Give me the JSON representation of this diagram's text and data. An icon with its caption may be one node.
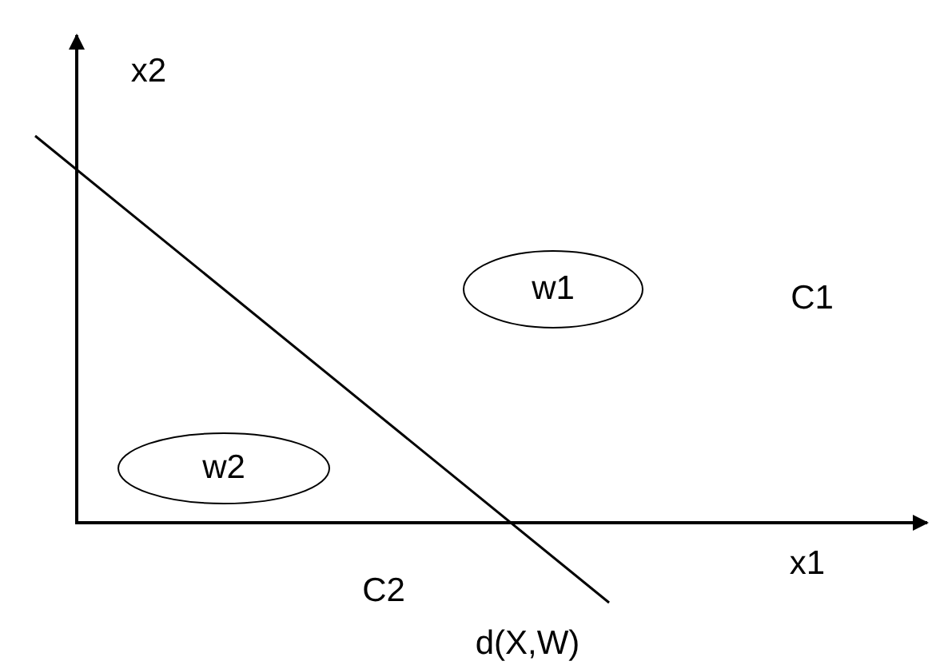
{
  "diagram": {
    "nodes": [
      {
        "text": [
          "w1"
        ]
      },
      {
        "text": [
          "w2"
        ]
      }
    ],
    "labels": [
      "x2",
      "C1",
      "x1",
      "C2",
      "d(X,W)"
    ]
  }
}
